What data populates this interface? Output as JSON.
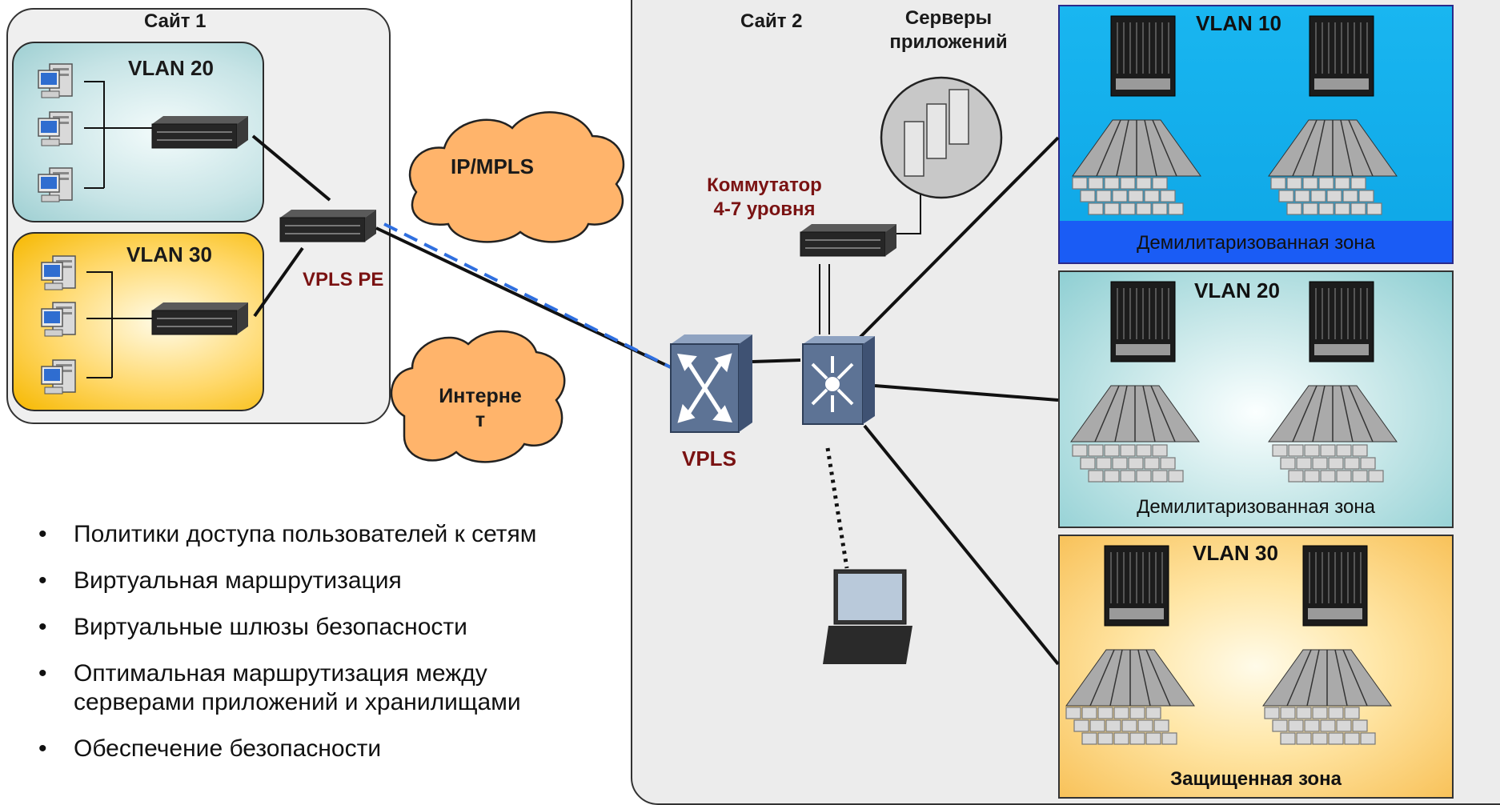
{
  "site1": {
    "title": "Сайт 1",
    "vlan_top": "VLAN 20",
    "vlan_bottom": "VLAN 30"
  },
  "site2": {
    "title": "Сайт 2"
  },
  "app_servers_label_line1": "Серверы",
  "app_servers_label_line2": "приложений",
  "switch_label_line1": "Коммутатор",
  "switch_label_line2": "4-7 уровня",
  "vpls_pe_label": "VPLS PE",
  "vpls_label": "VPLS",
  "cloud_mpls_label": "IP/MPLS",
  "cloud_internet_line1": "Интерне",
  "cloud_internet_line2": "т",
  "zones": [
    {
      "title": "VLAN 10",
      "caption": "Демилитаризованная зона",
      "color": "#0ea6e6"
    },
    {
      "title": "VLAN 20",
      "caption": "Демилитаризованная  зона",
      "color": "#9ecfd2"
    },
    {
      "title": "VLAN 30",
      "caption": "Защищенная зона",
      "color": "#f8c25a"
    }
  ],
  "bullets": {
    "marker": "•",
    "items": [
      "Политики доступа пользователей к сетям",
      "Виртуальная маршрутизация",
      "Виртуальные шлюзы безопасности",
      "Оптимальная маршрутизация между серверами приложений и хранилищами",
      "Обеспечение безопасности"
    ]
  },
  "colors": {
    "link": "#111111",
    "dashed_link": "#2f6fe0",
    "label_dark_red": "#7a1212",
    "device": "#1e1e1e",
    "cloud": "#ffb46b"
  },
  "icons": [
    "desktop-pc-icon",
    "router-chassis-icon",
    "cloud-icon",
    "vpls-router-icon",
    "l4-7-switch-icon",
    "server-rack-icon",
    "storage-array-icon",
    "laptop-icon",
    "app-server-icon"
  ]
}
